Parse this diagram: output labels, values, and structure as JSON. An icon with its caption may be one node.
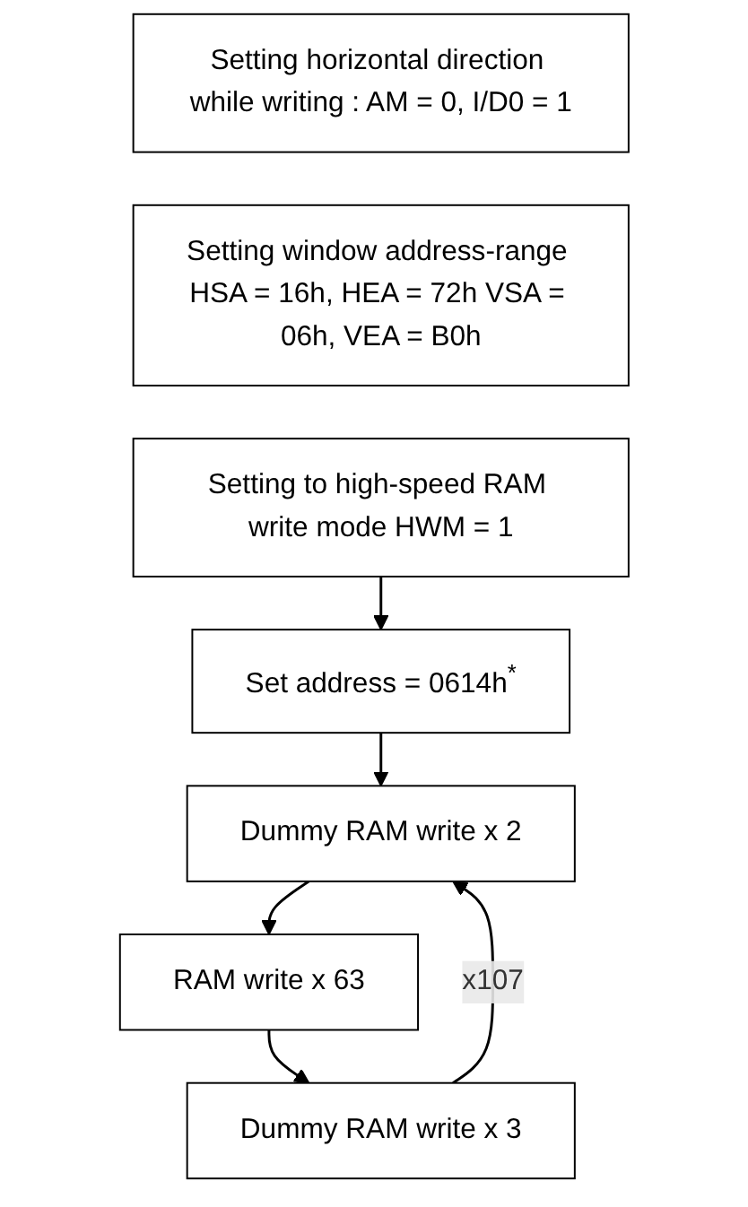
{
  "diagram": {
    "nodes": [
      {
        "text": [
          "Setting horizontal direction while writing : AM = 0, I/D0 = 1"
        ]
      },
      {
        "text": [
          "Setting window address-range HSA = 16h, HEA = 72h VSA = 06h, VEA = B0h"
        ]
      },
      {
        "text": [
          "Setting to high-speed RAM write mode HWM = 1"
        ]
      },
      {
        "text": [
          "Set address = 0614h$^{*}$"
        ]
      },
      {
        "text": [
          "Dummy RAM write  x  2"
        ]
      },
      {
        "text": [
          "RAM write  x  63"
        ]
      },
      {
        "text": [
          "Dummy RAM write  x  3"
        ]
      }
    ],
    "edges": [
      {
        "from": 2,
        "to": 3,
        "arrow": "to"
      },
      {
        "from": 3,
        "to": 4,
        "arrow": "to"
      },
      {
        "from": 4,
        "to": 5,
        "arrow": "to"
      },
      {
        "from": 5,
        "to": 6,
        "arrow": "to"
      },
      {
        "from": 6,
        "to": 4,
        "arrow": "to",
        "label": "x107"
      }
    ]
  }
}
